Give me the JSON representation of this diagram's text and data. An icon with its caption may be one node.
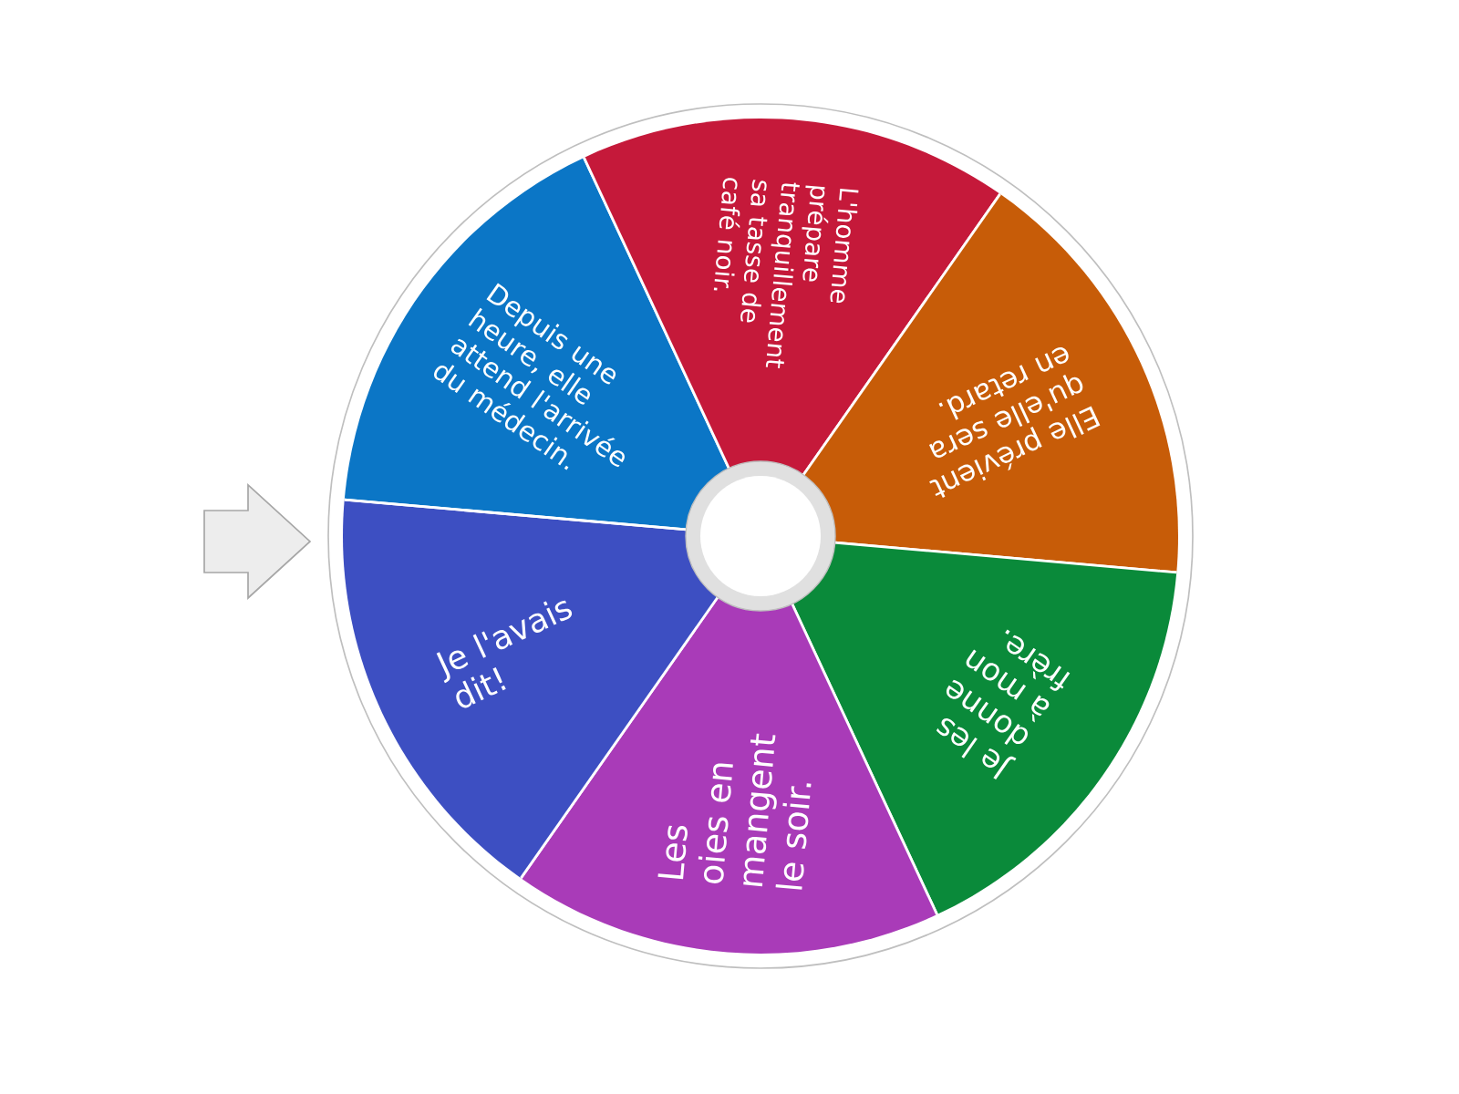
{
  "diagram": {
    "nodes": [
      {
        "text": [
          "Depuis une heure, elle attend l'arrivée du médecin."
        ]
      },
      {
        "text": [
          "L'homme prépare tranquillement sa tasse de café noir."
        ]
      },
      {
        "text": [
          "Elle prévient qu'elle sera en retard."
        ]
      },
      {
        "text": [
          "Je les donne à mon frère."
        ]
      },
      {
        "text": [
          "Les oies en mangent le soir."
        ]
      },
      {
        "text": [
          "Je l'avais dit!"
        ]
      }
    ]
  }
}
